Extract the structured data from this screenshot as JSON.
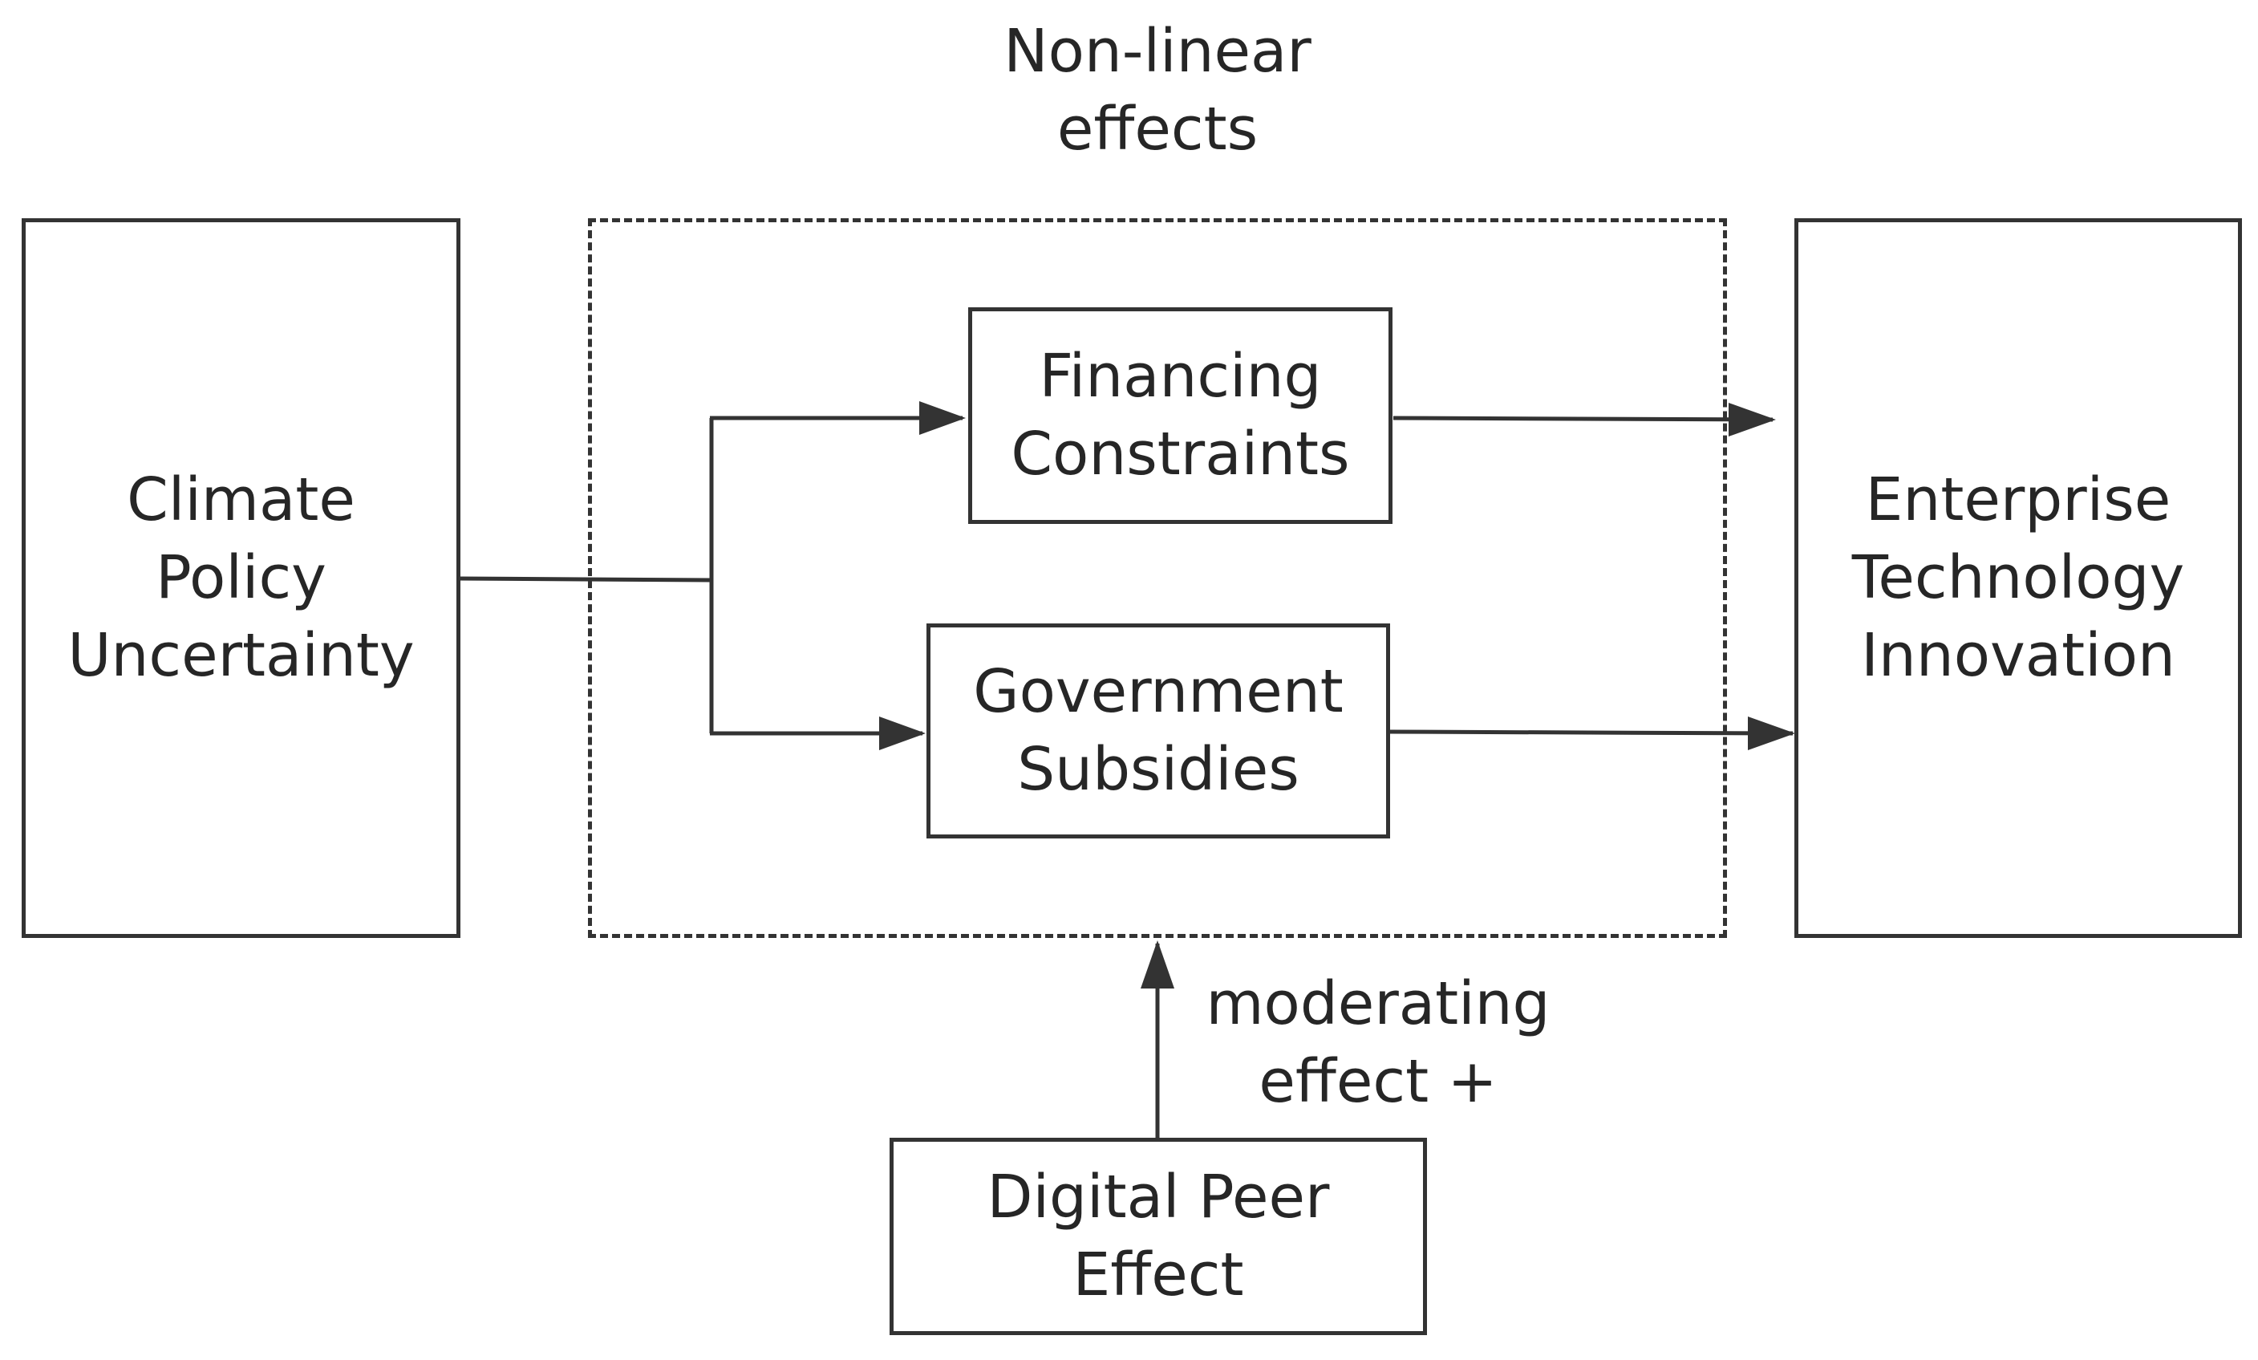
{
  "nodes": {
    "climate": "Climate\nPolicy\nUncertainty",
    "financing": "Financing\nConstraints",
    "subsidies": "Government\nSubsidies",
    "enterprise": "Enterprise\nTechnology\nInnovation",
    "digital": "Digital Peer\nEffect"
  },
  "labels": {
    "nonlinear": "Non-linear\neffects",
    "moderating": "moderating\neffect +"
  },
  "colors": {
    "stroke": "#333333",
    "text": "#262626",
    "background": "#ffffff"
  }
}
